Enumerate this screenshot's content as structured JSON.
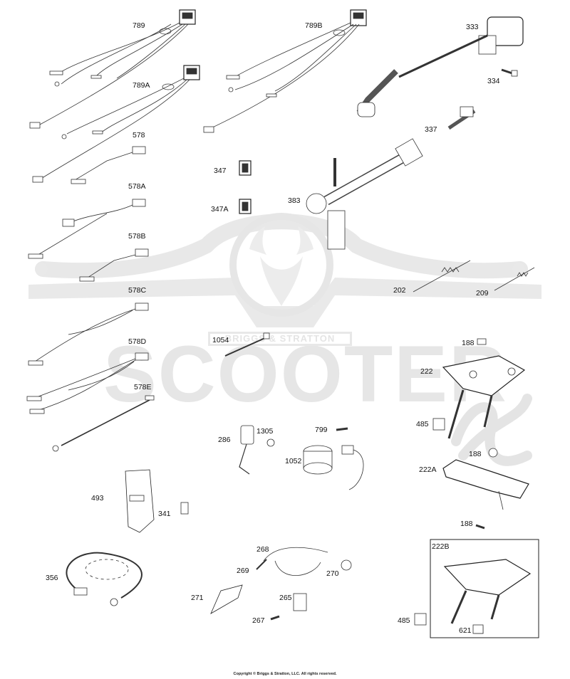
{
  "watermark": {
    "brand_text": "SCOOTER",
    "badge_text": "BRIGGS & STRATTON",
    "watermark_color": "#e8e8e8"
  },
  "copyright": "Copyright © Briggs & Stratton, LLC. All rights reserved.",
  "parts": [
    {
      "id": "p789",
      "number": "789"
    },
    {
      "id": "p789A",
      "number": "789A"
    },
    {
      "id": "p789B",
      "number": "789B"
    },
    {
      "id": "p578",
      "number": "578"
    },
    {
      "id": "p578A",
      "number": "578A"
    },
    {
      "id": "p578B",
      "number": "578B"
    },
    {
      "id": "p578C",
      "number": "578C"
    },
    {
      "id": "p578D",
      "number": "578D"
    },
    {
      "id": "p578E",
      "number": "578E"
    },
    {
      "id": "p333",
      "number": "333"
    },
    {
      "id": "p334",
      "number": "334"
    },
    {
      "id": "p337",
      "number": "337"
    },
    {
      "id": "p347",
      "number": "347"
    },
    {
      "id": "p347A",
      "number": "347A"
    },
    {
      "id": "p383",
      "number": "383"
    },
    {
      "id": "p202",
      "number": "202"
    },
    {
      "id": "p209",
      "number": "209"
    },
    {
      "id": "p1054",
      "number": "1054"
    },
    {
      "id": "p188a",
      "number": "188"
    },
    {
      "id": "p222",
      "number": "222"
    },
    {
      "id": "p485a",
      "number": "485"
    },
    {
      "id": "p188b",
      "number": "188"
    },
    {
      "id": "p222A",
      "number": "222A"
    },
    {
      "id": "p286",
      "number": "286"
    },
    {
      "id": "p1305",
      "number": "1305"
    },
    {
      "id": "p799",
      "number": "799"
    },
    {
      "id": "p1052",
      "number": "1052"
    },
    {
      "id": "p493",
      "number": "493"
    },
    {
      "id": "p341",
      "number": "341"
    },
    {
      "id": "p188c",
      "number": "188"
    },
    {
      "id": "p222B",
      "number": "222B"
    },
    {
      "id": "p356",
      "number": "356"
    },
    {
      "id": "p268",
      "number": "268"
    },
    {
      "id": "p269",
      "number": "269"
    },
    {
      "id": "p270",
      "number": "270"
    },
    {
      "id": "p271",
      "number": "271"
    },
    {
      "id": "p265",
      "number": "265"
    },
    {
      "id": "p267",
      "number": "267"
    },
    {
      "id": "p485b",
      "number": "485"
    },
    {
      "id": "p621",
      "number": "621"
    }
  ]
}
